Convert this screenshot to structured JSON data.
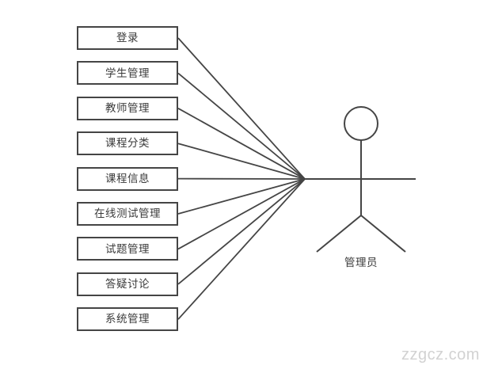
{
  "diagram": {
    "type": "uml-use-case-diagram",
    "background_color": "#ffffff",
    "stroke_color": "#454545",
    "text_color": "#3a3a3a",
    "use_cases": [
      {
        "id": "login",
        "label": "登录"
      },
      {
        "id": "student-mgmt",
        "label": "学生管理"
      },
      {
        "id": "teacher-mgmt",
        "label": "教师管理"
      },
      {
        "id": "course-category",
        "label": "课程分类"
      },
      {
        "id": "course-info",
        "label": "课程信息"
      },
      {
        "id": "online-test-mgmt",
        "label": "在线测试管理"
      },
      {
        "id": "exam-question-mgmt",
        "label": "试题管理"
      },
      {
        "id": "qa-discussion",
        "label": "答疑讨论"
      },
      {
        "id": "system-mgmt",
        "label": "系统管理"
      }
    ],
    "actor": {
      "id": "administrator",
      "label": "管理员"
    },
    "watermark": {
      "text": "zzgcz.com",
      "color": "#d2d2d2"
    }
  }
}
